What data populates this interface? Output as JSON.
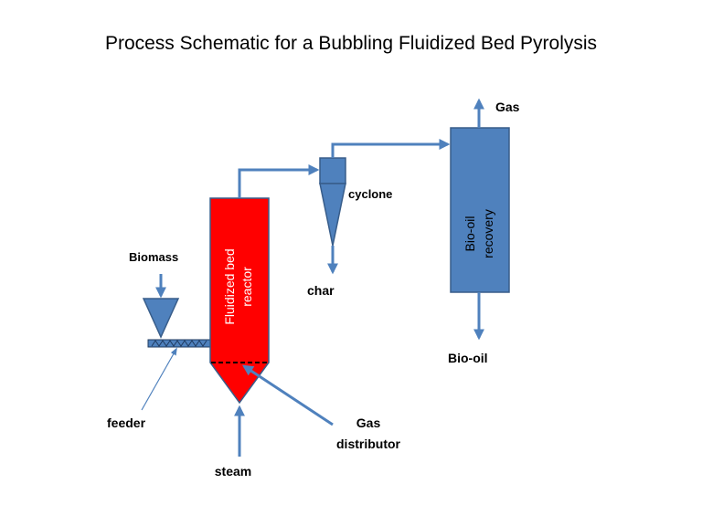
{
  "title": "Process Schematic for a Bubbling Fluidized Bed Pyrolysis",
  "labels": {
    "gas": "Gas",
    "cyclone": "cyclone",
    "biomass": "Biomass",
    "char": "char",
    "bio_oil": "Bio-oil",
    "feeder": "feeder",
    "gas_distributor_line1": "Gas",
    "gas_distributor_line2": "distributor",
    "steam": "steam"
  },
  "reactor": {
    "label_line1": "Fluidized bed",
    "label_line2": "reactor"
  },
  "recovery": {
    "label_line1": "Bio-oil",
    "label_line2": "recovery"
  },
  "colors": {
    "reactor_fill": "#ff0000",
    "unit_blue": "#4f81bd",
    "unit_border": "#385d8a",
    "arrow": "#4f81bd",
    "text": "#000000"
  }
}
